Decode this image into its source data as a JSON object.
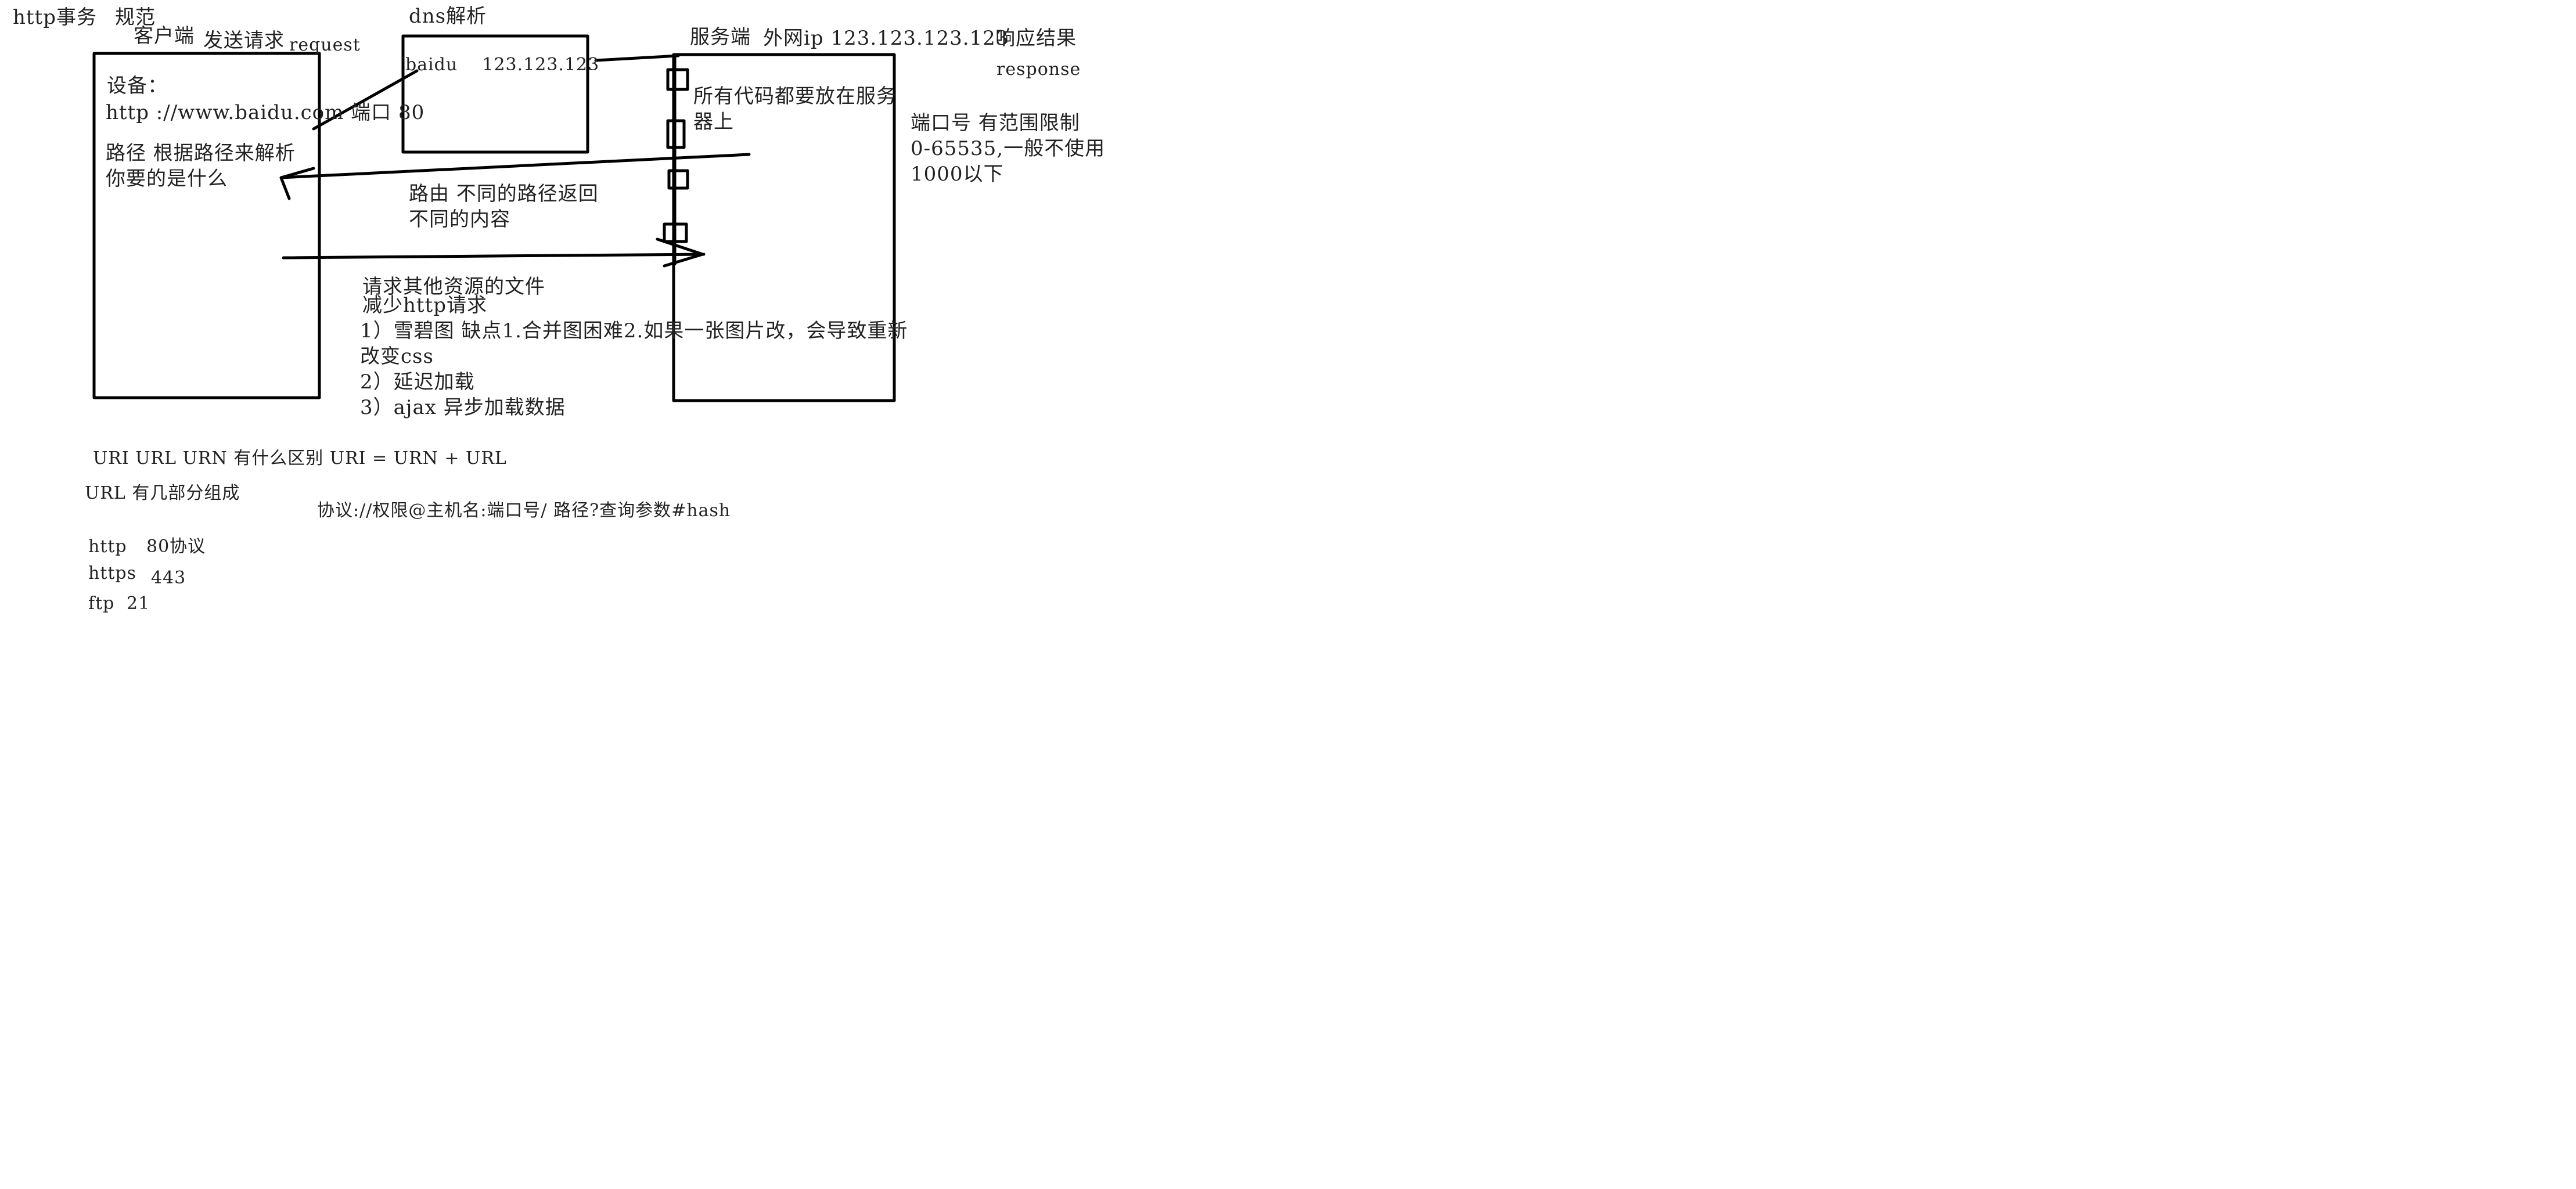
{
  "header": {
    "topic": "http事务",
    "norm": "规范"
  },
  "client": {
    "title": "客户端",
    "device": "设备：",
    "url": "http ://www.baidu.com 端口 80",
    "path_note": "路径 根据路径来解析你要的是什么"
  },
  "request": {
    "send": "发送请求",
    "word": "request"
  },
  "dns": {
    "title": "dns解析",
    "entry": "baidu    123.123.123"
  },
  "server": {
    "title": "服务端",
    "ip": "外网ip 123.123.123.123",
    "result": "响应结果",
    "response": "response",
    "code_note": "所有代码都要放在服务器上"
  },
  "port_note": {
    "line1": "端口号 有范围限制",
    "line2": "0-65535,一般不使用",
    "line3": "1000以下"
  },
  "routing": {
    "line1": "路由 不同的路径返回",
    "line2": "不同的内容"
  },
  "resources": {
    "line1": "请求其他资源的文件",
    "line2": "减少http请求",
    "line3": "1）雪碧图 缺点1.合并图困难2.如果一张图片改，会导致重新",
    "line4": "改变css",
    "line5": "2）延迟加载",
    "line6": "3）ajax 异步加载数据"
  },
  "uri": {
    "diff": "URI URL URN 有什么区别 URI = URN + URL",
    "parts": "URL 有几部分组成",
    "format": "协议://权限@主机名:端口号/ 路径?查询参数#hash"
  },
  "protocols": [
    {
      "name": "http",
      "port": "80协议"
    },
    {
      "name": "https",
      "port": "443"
    },
    {
      "name": "ftp",
      "port": "21"
    }
  ]
}
